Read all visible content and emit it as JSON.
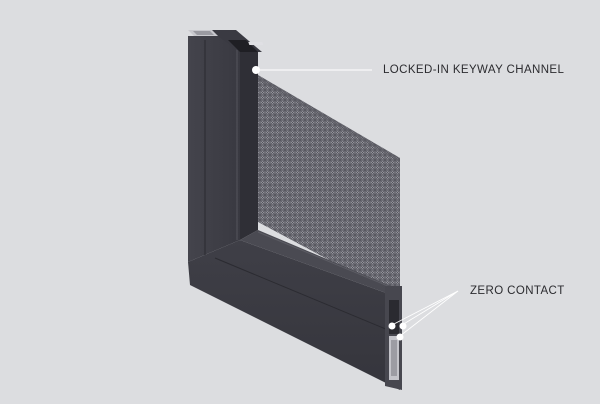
{
  "diagram": {
    "subject": "Screen frame corner section with mesh",
    "background_color": "#dcdde0",
    "frame_color": "#3c3c44",
    "mesh_color": "#6d6d74",
    "callouts": [
      {
        "id": "keyway",
        "label": "LOCKED-IN KEYWAY CHANNEL",
        "markers": 1
      },
      {
        "id": "zero-contact",
        "label": "ZERO CONTACT",
        "markers": 3
      }
    ]
  }
}
